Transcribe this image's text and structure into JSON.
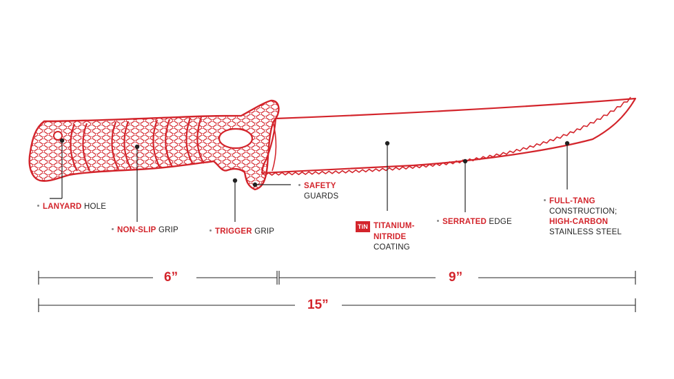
{
  "colors": {
    "accent": "#d3242b",
    "line": "#222222",
    "bullet": "#888888"
  },
  "callouts": {
    "lanyard": {
      "red": "LANYARD",
      "black": "HOLE"
    },
    "nonslip": {
      "red": "NON-SLIP",
      "black": "GRIP"
    },
    "trigger": {
      "red": "TRIGGER",
      "black": "GRIP"
    },
    "safety": {
      "red": "SAFETY",
      "black": "GUARDS"
    },
    "tin": {
      "badge": "TiN",
      "red_line1": "TITANIUM-",
      "red_line2": "NITRIDE",
      "black": "COATING"
    },
    "serrated": {
      "red": "SERRATED",
      "black": "EDGE"
    },
    "fulltang": {
      "red1": "FULL-TANG",
      "black1": "CONSTRUCTION;",
      "red2": "HIGH-CARBON",
      "black2": "STAINLESS STEEL"
    }
  },
  "dimensions": {
    "handle": "6”",
    "blade": "9”",
    "total": "15”"
  }
}
